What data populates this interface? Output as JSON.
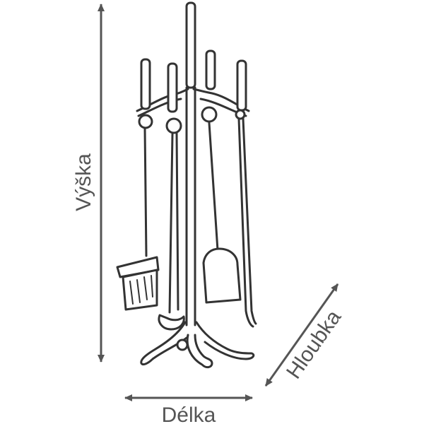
{
  "labels": {
    "height": "Výška",
    "length": "Délka",
    "depth": "Hloubka"
  },
  "colors": {
    "outline": "#333333",
    "label": "#555555",
    "background": "#ffffff"
  }
}
